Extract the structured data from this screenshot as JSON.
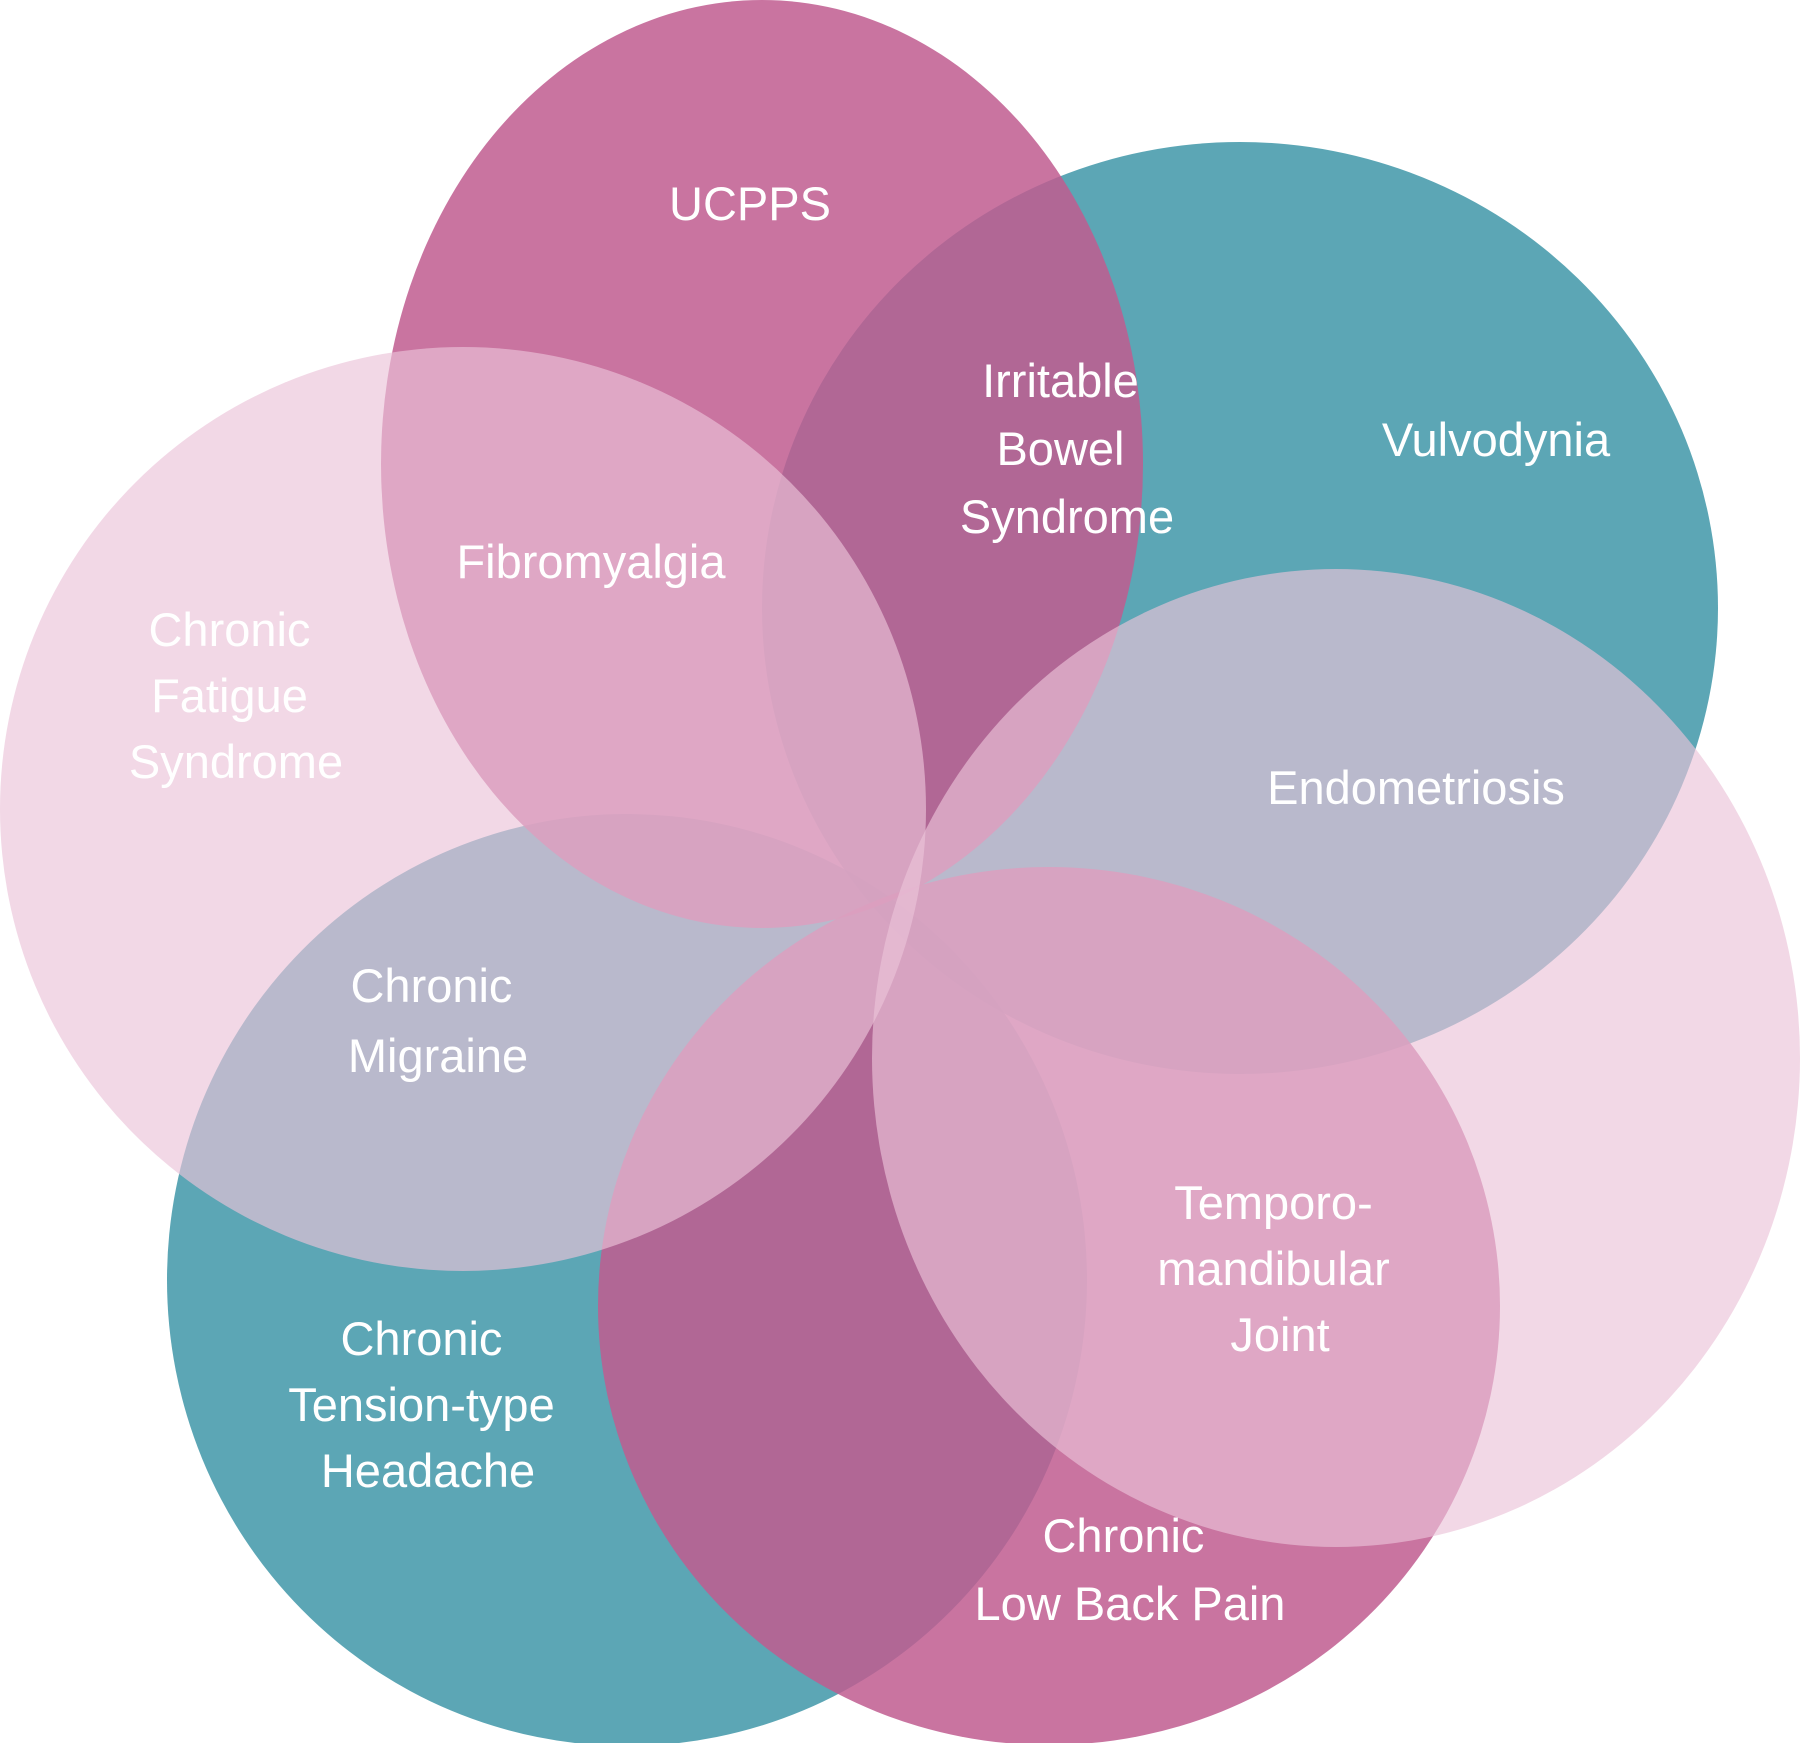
{
  "colors": {
    "magenta": "#c05c8f",
    "teal": "#3f97a8",
    "light_pink": "#ebc3d9"
  },
  "diagram": {
    "circles": [
      {
        "id": "ucpps",
        "lines": [
          "UCPPS"
        ],
        "color": "magenta"
      },
      {
        "id": "vulvodynia",
        "lines": [
          "Vulvodynia"
        ],
        "color": "teal"
      },
      {
        "id": "endometriosis",
        "lines": [
          "Endometriosis"
        ],
        "color": "light_pink"
      },
      {
        "id": "chronic-low-back-pain",
        "lines": [
          "Chronic",
          "Low Back Pain"
        ],
        "color": "magenta"
      },
      {
        "id": "chronic-tension-type-headache",
        "lines": [
          "Chronic",
          "Tension-type",
          "Headache"
        ],
        "color": "teal"
      },
      {
        "id": "chronic-fatigue-syndrome",
        "lines": [
          "Chronic",
          "Fatigue",
          "Syndrome"
        ],
        "color": "light_pink"
      }
    ],
    "overlap_labels": [
      {
        "id": "irritable-bowel-syndrome",
        "lines": [
          "Irritable",
          "Bowel",
          "Syndrome"
        ]
      },
      {
        "id": "fibromyalgia",
        "lines": [
          "Fibromyalgia"
        ]
      },
      {
        "id": "chronic-migraine",
        "lines": [
          "Chronic",
          "Migraine"
        ]
      },
      {
        "id": "temporomandibular-joint",
        "lines": [
          "Temporo-",
          "mandibular",
          "Joint"
        ]
      }
    ]
  }
}
